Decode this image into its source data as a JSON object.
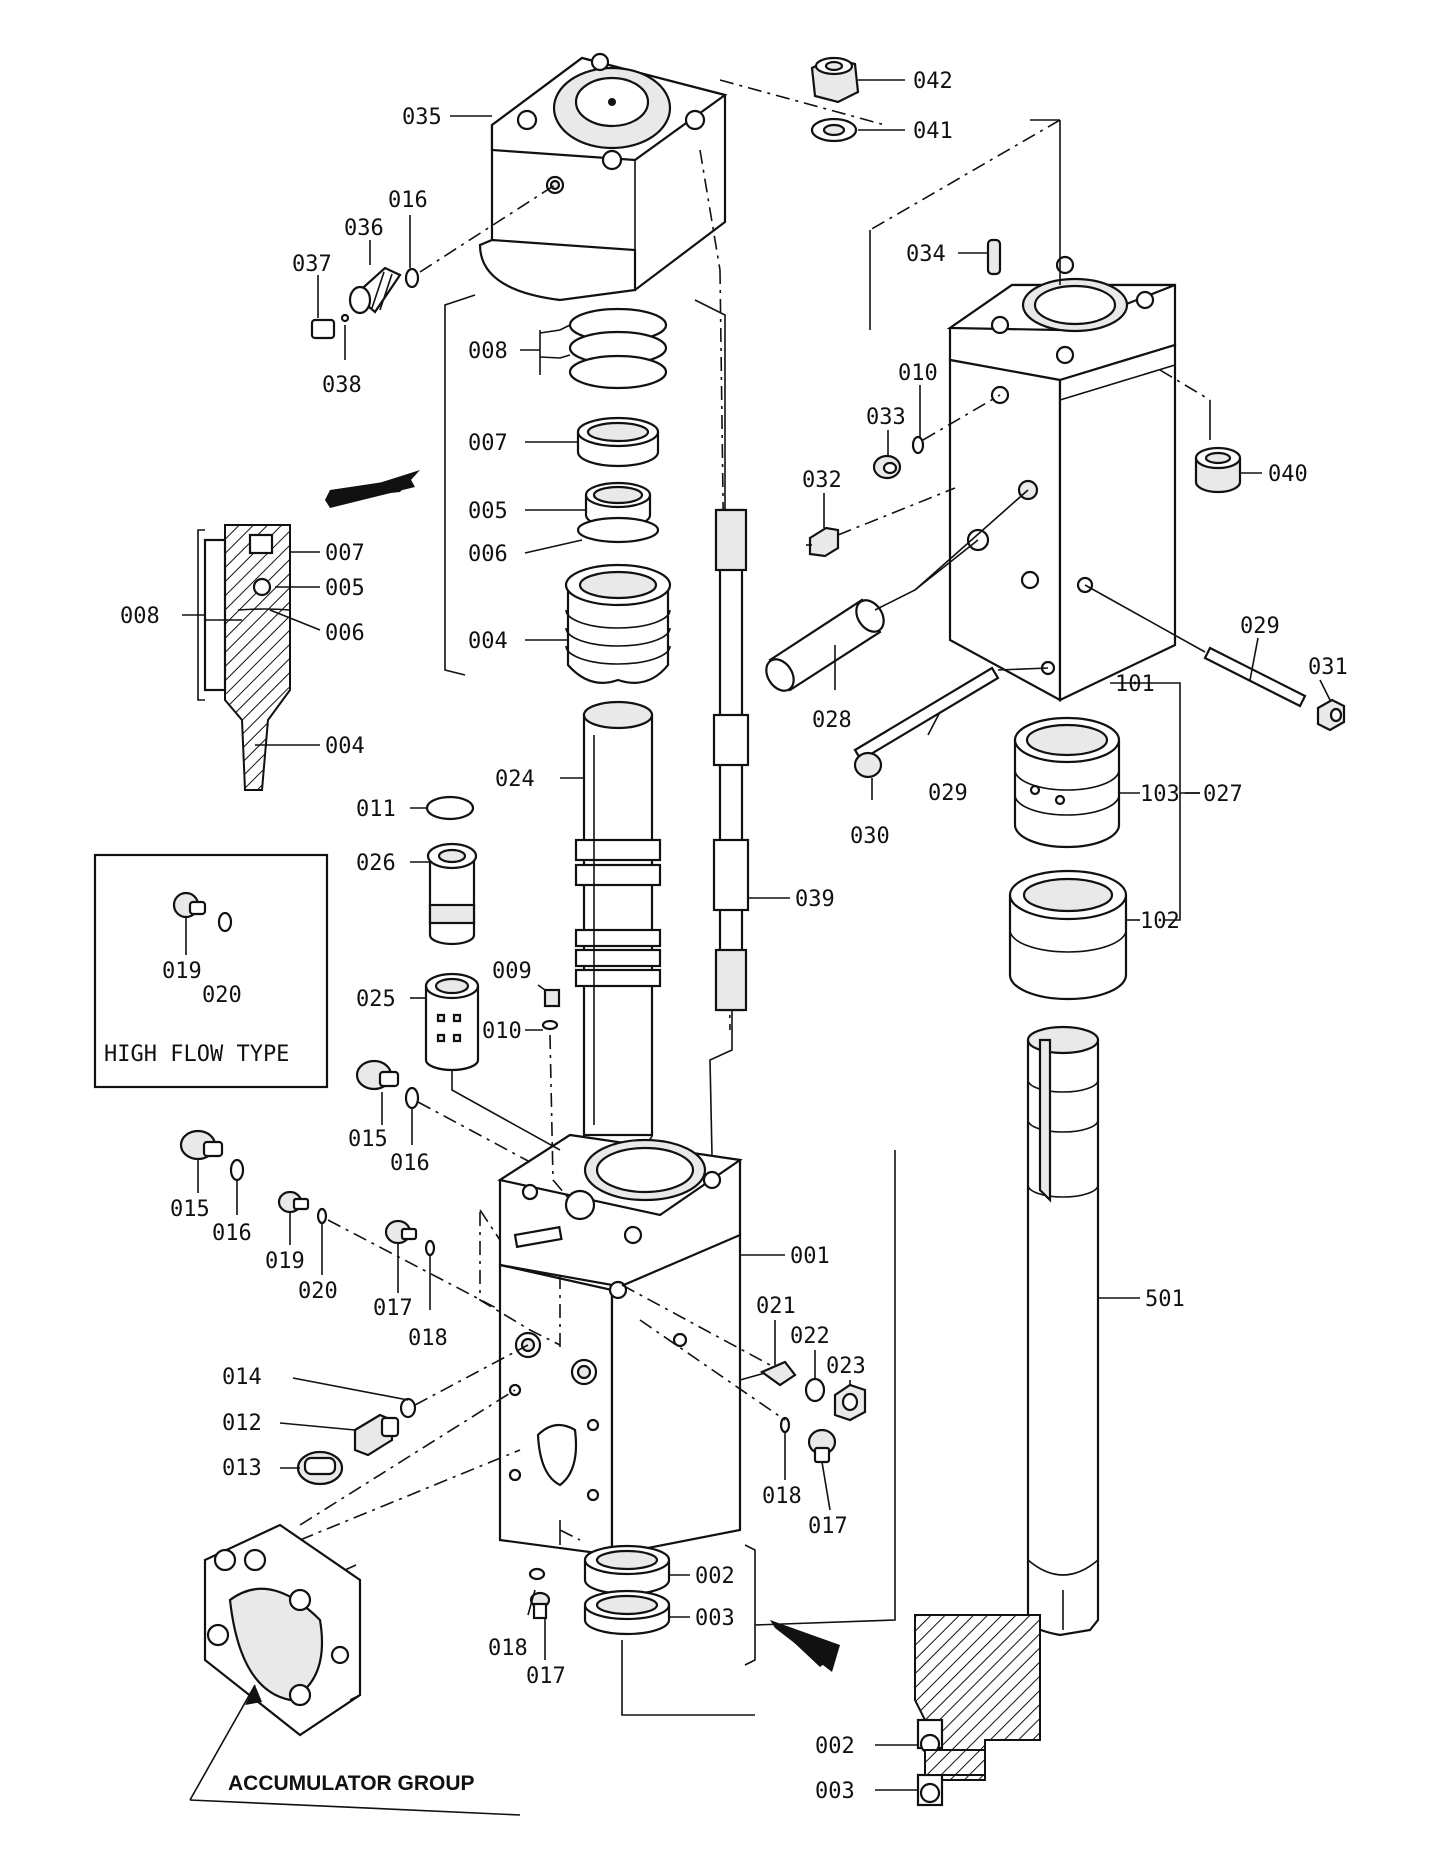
{
  "labels": {
    "p001": "001",
    "p002": "002",
    "p003": "003",
    "p004": "004",
    "p005": "005",
    "p006": "006",
    "p007": "007",
    "p008": "008",
    "p009": "009",
    "p010": "010",
    "p011": "011",
    "p012": "012",
    "p013": "013",
    "p014": "014",
    "p015": "015",
    "p016": "016",
    "p017": "017",
    "p018": "018",
    "p019": "019",
    "p020": "020",
    "p021": "021",
    "p022": "022",
    "p023": "023",
    "p024": "024",
    "p025": "025",
    "p026": "026",
    "p027": "027",
    "p028": "028",
    "p029": "029",
    "p030": "030",
    "p031": "031",
    "p032": "032",
    "p033": "033",
    "p034": "034",
    "p035": "035",
    "p036": "036",
    "p037": "037",
    "p038": "038",
    "p039": "039",
    "p040": "040",
    "p041": "041",
    "p042": "042",
    "p101": "101",
    "p102": "102",
    "p103": "103",
    "p501": "501"
  },
  "inset": {
    "title": "HIGH FLOW TYPE"
  },
  "group": {
    "accumulator": "ACCUMULATOR GROUP"
  }
}
